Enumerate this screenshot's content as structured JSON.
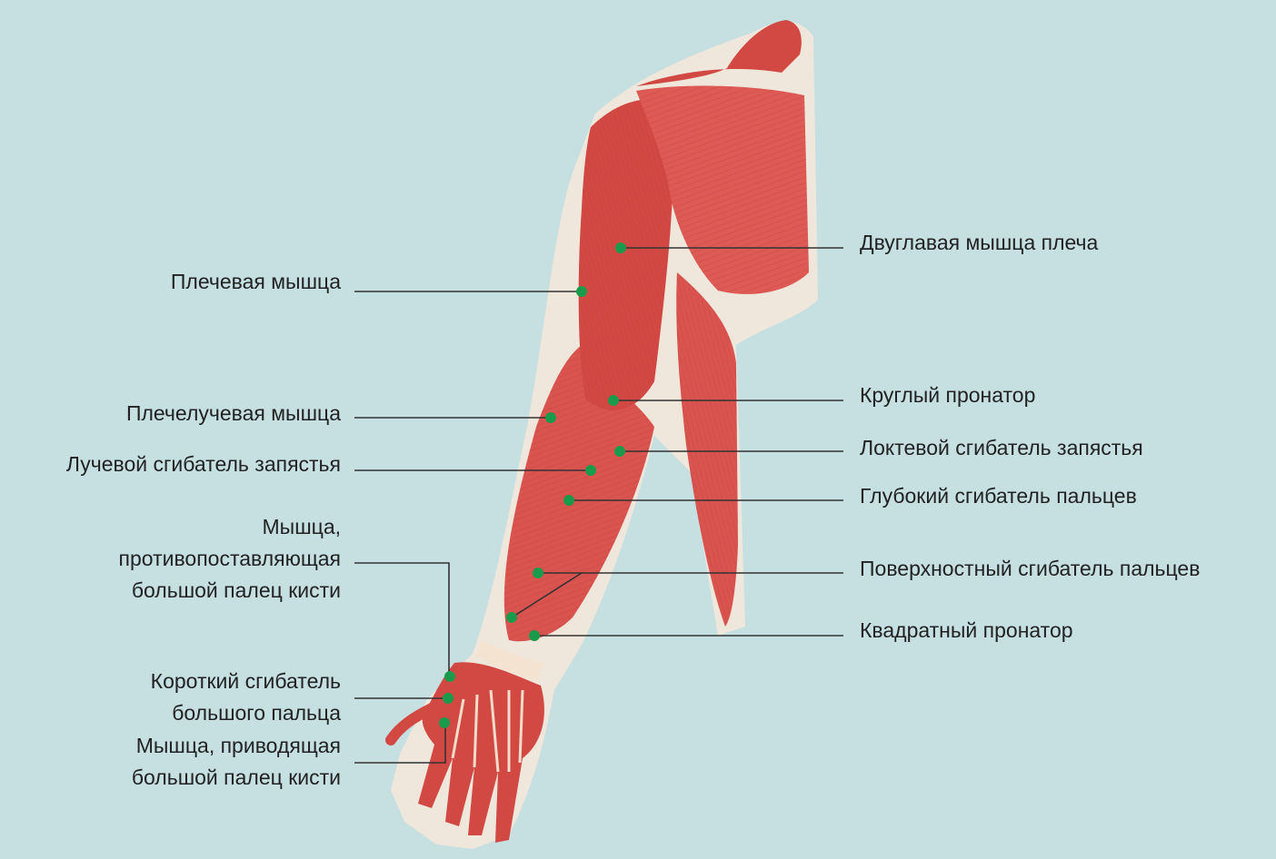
{
  "diagram": {
    "colors": {
      "background": "#c6dfe1",
      "muscle": "#d9534f",
      "muscle_dark": "#b8322f",
      "skin_outline": "#f4e4d6",
      "tendon": "#f2dccb",
      "marker": "#1a9b4b",
      "leader": "#333333"
    },
    "labels_left": [
      {
        "id": "brachialis",
        "lines": [
          "Плечевая мышца"
        ]
      },
      {
        "id": "brachioradialis",
        "lines": [
          "Плечелучевая мышца"
        ]
      },
      {
        "id": "flexor-carpi-radialis",
        "lines": [
          "Лучевой сгибатель запястья"
        ]
      },
      {
        "id": "opponens-pollicis",
        "lines": [
          "Мышца,",
          "противопоставляющая",
          "большой палец кисти"
        ]
      },
      {
        "id": "flexor-pollicis-brevis",
        "lines": [
          "Короткий сгибатель",
          "большого пальца"
        ]
      },
      {
        "id": "adductor-pollicis",
        "lines": [
          "Мышца, приводящая",
          "большой палец кисти"
        ]
      }
    ],
    "labels_right": [
      {
        "id": "biceps-brachii",
        "lines": [
          "Двуглавая мышца плеча"
        ]
      },
      {
        "id": "pronator-teres",
        "lines": [
          "Круглый пронатор"
        ]
      },
      {
        "id": "flexor-carpi-ulnaris",
        "lines": [
          "Локтевой сгибатель запястья"
        ]
      },
      {
        "id": "flexor-digitorum-profundus",
        "lines": [
          "Глубокий сгибатель пальцев"
        ]
      },
      {
        "id": "flexor-digitorum-superficialis",
        "lines": [
          "Поверхностный сгибатель пальцев"
        ]
      },
      {
        "id": "pronator-quadratus",
        "lines": [
          "Квадратный пронатор"
        ]
      }
    ]
  }
}
